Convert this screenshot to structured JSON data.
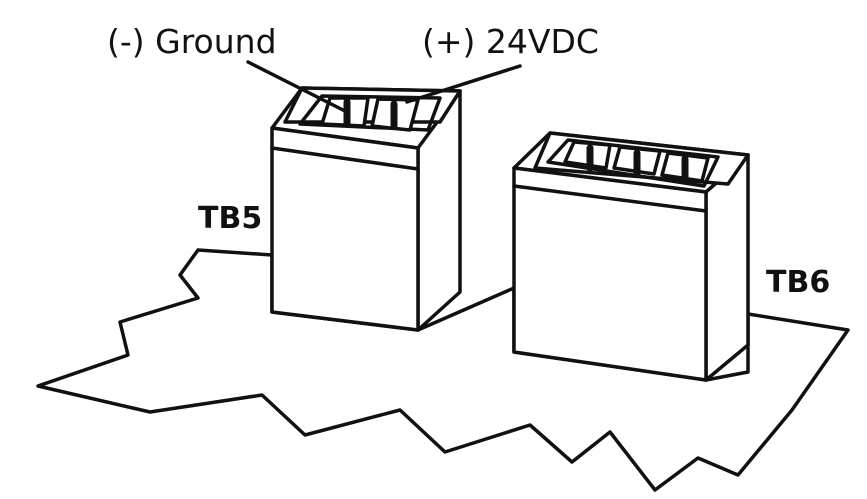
{
  "labels": {
    "ground": "(-)  Ground",
    "vdc": "(+)  24VDC",
    "tb5": "TB5",
    "tb6": "TB6"
  },
  "colors": {
    "stroke": "#111111",
    "background": "#ffffff"
  }
}
